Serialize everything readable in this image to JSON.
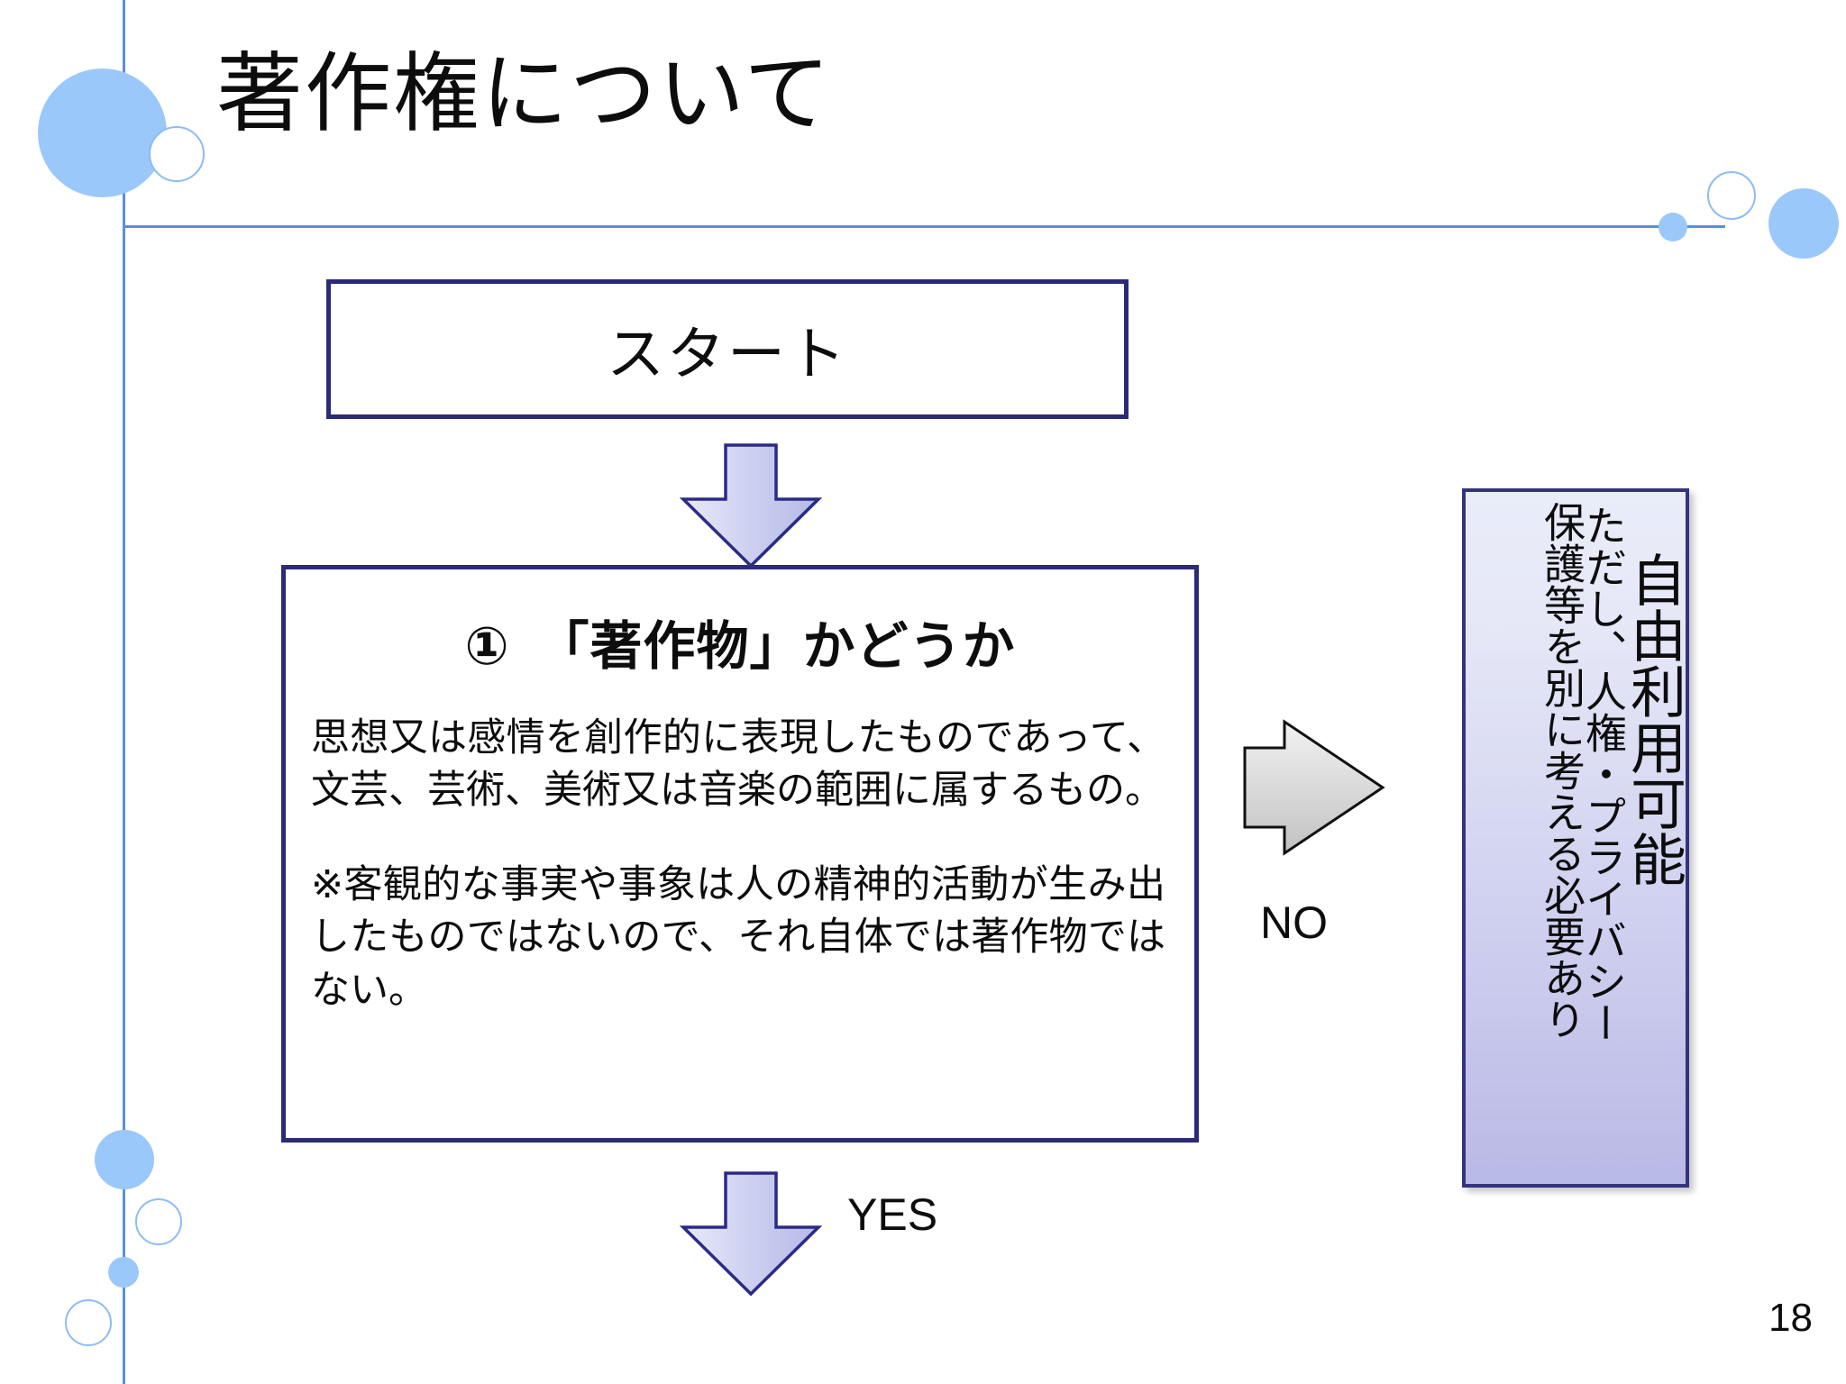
{
  "slide": {
    "title": "著作権について",
    "page_number": "18",
    "accent_color": "#5b8ede",
    "circle_fill_color": "#9bc8fb",
    "box_border_color": "#2b2b78",
    "result_box_gradient_top": "#e9ecf9",
    "result_box_gradient_bottom": "#b9b9e6",
    "arrow_fill_color": "#c3c6ef",
    "gray_arrow_fill_color": "#d4d4d4"
  },
  "flow": {
    "start_box": {
      "label": "スタート"
    },
    "arrow_down_1": {
      "icon": "down-arrow-icon"
    },
    "decision_box": {
      "heading": "①　「著作物」かどうか",
      "paragraph_1": "思想又は感情を創作的に表現したものであって、文芸、芸術、美術又は音楽の範囲に属するもの。",
      "paragraph_2": "※客観的な事実や事象は人の精神的活動が生み出したものではないので、それ自体では著作物ではない。"
    },
    "no_branch": {
      "icon": "right-arrow-icon",
      "label": "NO"
    },
    "yes_branch": {
      "icon": "down-arrow-icon",
      "label": "YES"
    },
    "result_box": {
      "column_1": "自由利用可能",
      "column_2": "ただし、人権・プライバシー",
      "column_3": "保護等を別に考える必要あり"
    }
  },
  "decorations": {
    "vertical_rule": "vertical-accent-line",
    "horizontal_rule": "horizontal-accent-line",
    "circles": [
      "top-left-large-filled-circle",
      "top-left-outline-circle",
      "right-small-filled-circle",
      "right-outline-circle",
      "right-large-filled-circle",
      "bottom-left-filled-circle",
      "bottom-left-outline-circle-1",
      "bottom-left-small-filled-circle",
      "bottom-left-outline-circle-2"
    ]
  }
}
